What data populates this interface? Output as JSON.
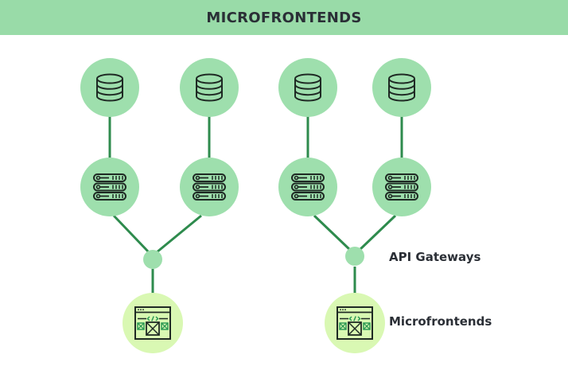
{
  "header": {
    "title": "MICROFRONTENDS"
  },
  "labels": {
    "api_gateways": "API Gateways",
    "microfrontends": "Microfrontends"
  },
  "colors": {
    "header_bg": "#99dba8",
    "node_fill": "#9edfad",
    "frontend_fill": "#d9f8b3",
    "connector": "#2e8b4d",
    "gateway_fill": "#9edfad",
    "icon_stroke": "#1f2a24",
    "code_tag": "#2e9a54"
  },
  "icons": {
    "database": "database-icon",
    "server": "server-icon",
    "frontend": "browser-window-icon"
  },
  "groups": [
    {
      "databases": [
        "database-icon",
        "database-icon"
      ],
      "servers": [
        "server-icon",
        "server-icon"
      ],
      "gateway": "api-gateway-node",
      "frontend": "browser-window-icon"
    },
    {
      "databases": [
        "database-icon",
        "database-icon"
      ],
      "servers": [
        "server-icon",
        "server-icon"
      ],
      "gateway": "api-gateway-node",
      "frontend": "browser-window-icon"
    }
  ]
}
